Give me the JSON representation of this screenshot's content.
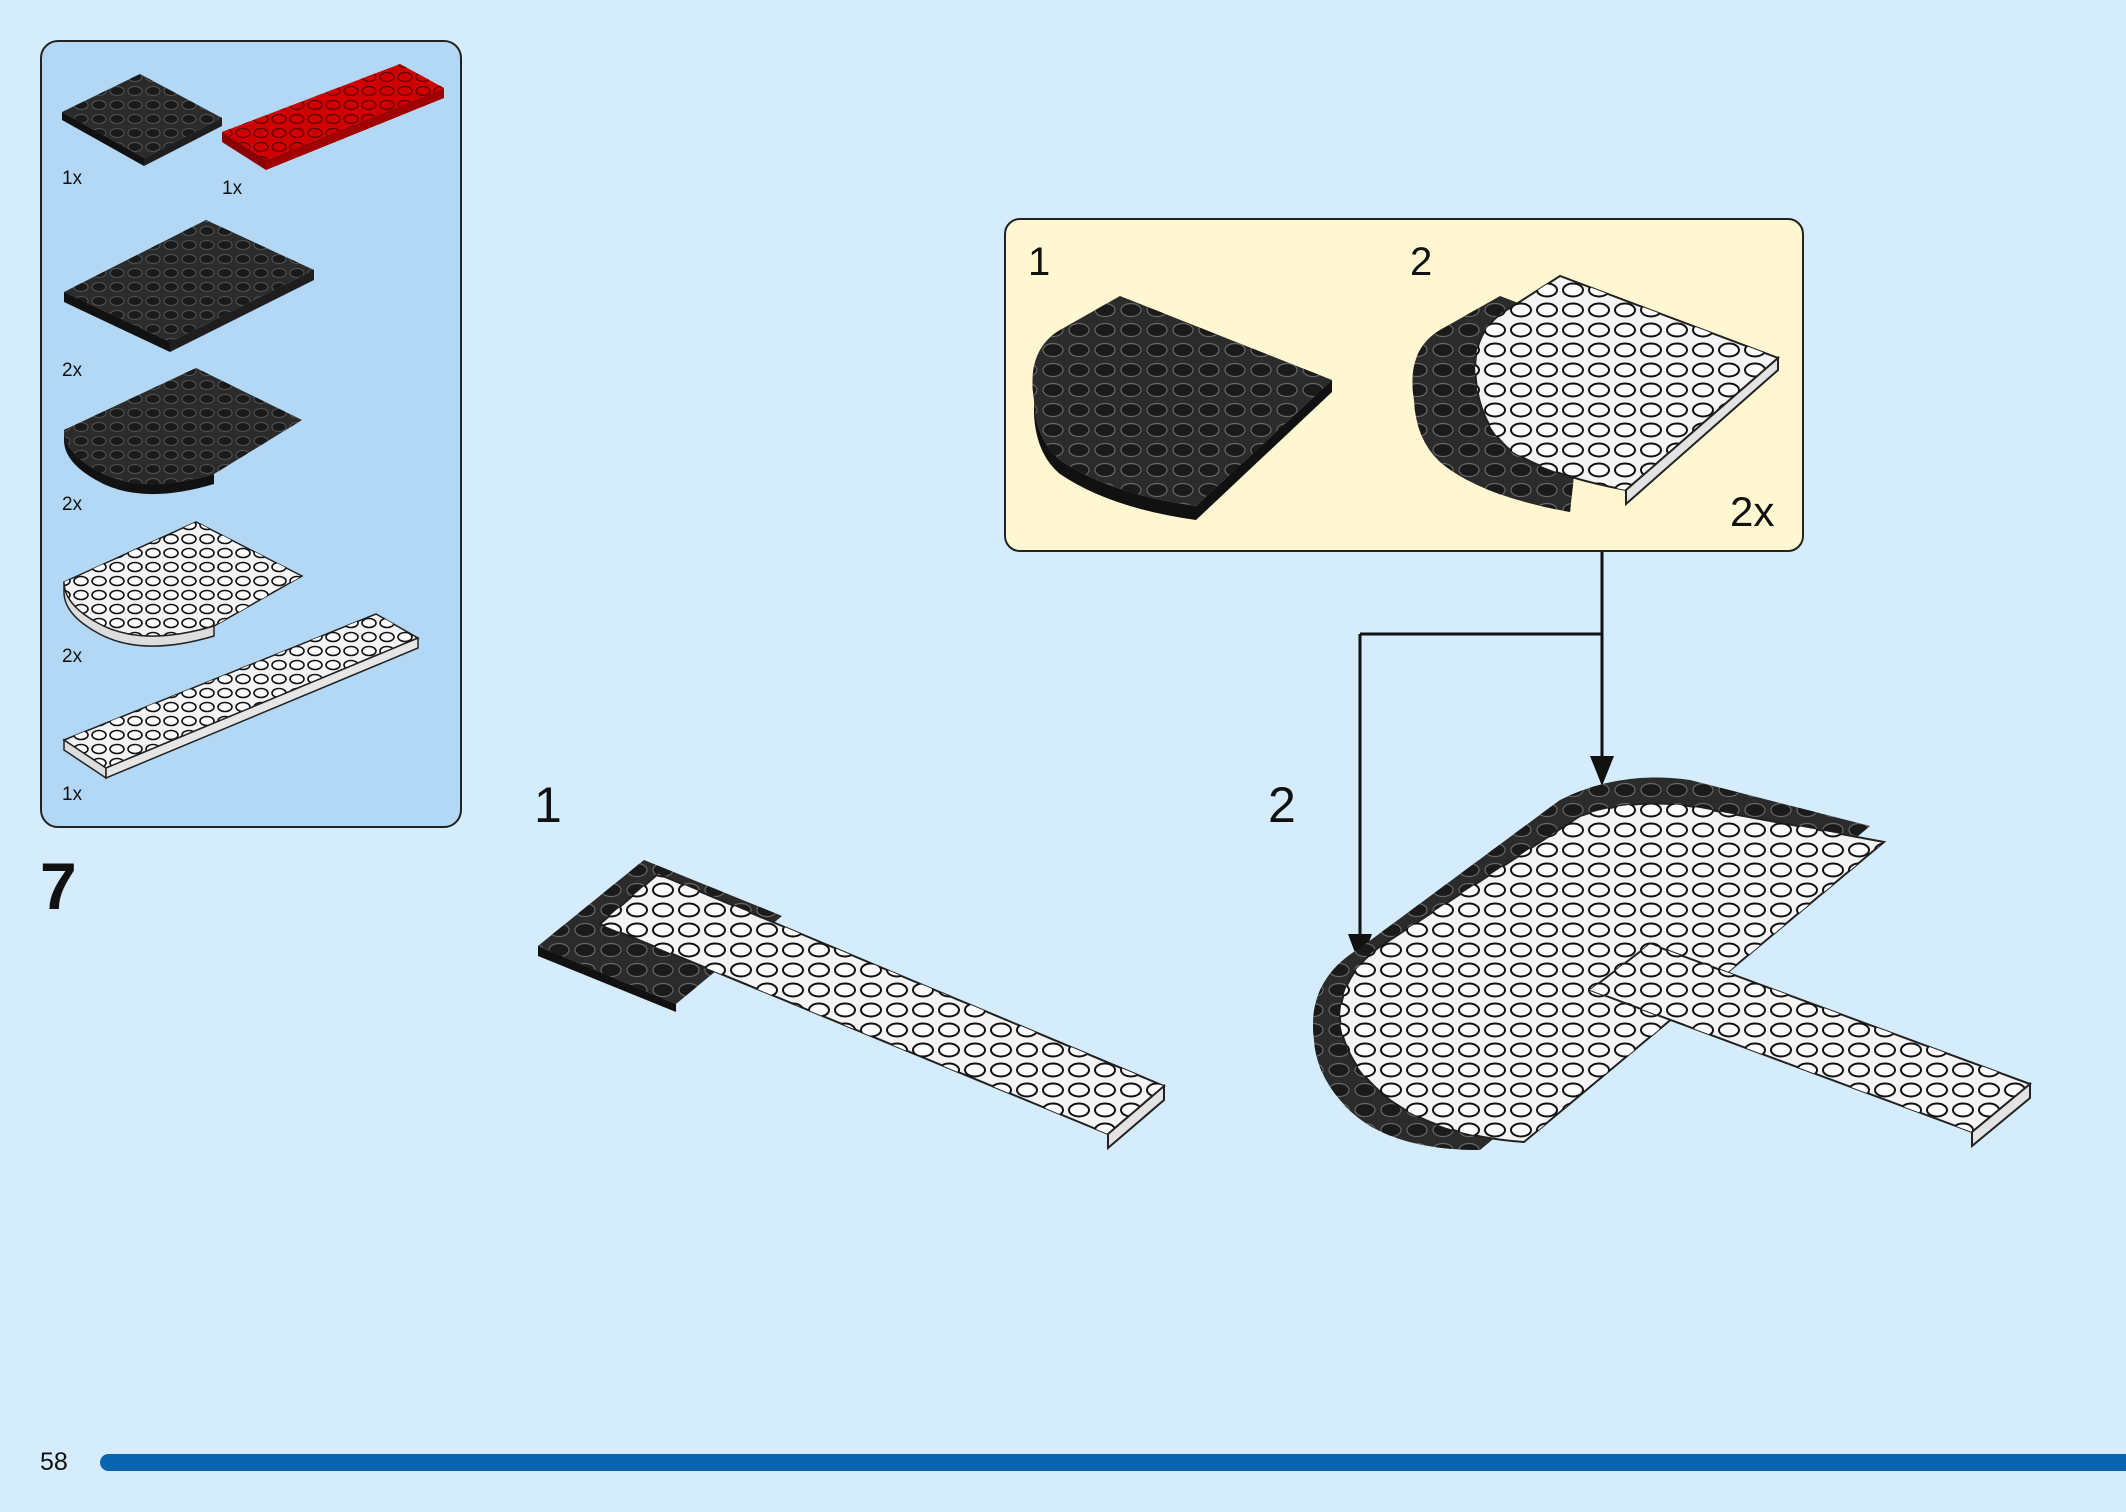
{
  "step": {
    "number": "7"
  },
  "parts": [
    {
      "name": "black-plate-4x4",
      "qty": "1x",
      "color": "#2b2b2b"
    },
    {
      "name": "red-plate-2x8",
      "qty": "1x",
      "color": "#d00000"
    },
    {
      "name": "black-plate-4x8",
      "qty": "2x",
      "color": "#2b2b2b"
    },
    {
      "name": "black-round-corner-6x6",
      "qty": "2x",
      "color": "#2b2b2b"
    },
    {
      "name": "white-round-corner-6x6",
      "qty": "2x",
      "color": "#f4f4f4"
    },
    {
      "name": "white-plate-2x12",
      "qty": "1x",
      "color": "#f4f4f4"
    }
  ],
  "callout": {
    "sub1": "1",
    "sub2": "2",
    "multiplier": "2x"
  },
  "substeps": {
    "first": "1",
    "second": "2"
  },
  "page": {
    "number": "58"
  },
  "colors": {
    "background": "#d4ecfb",
    "panel": "#b2d8f6",
    "callout": "#fff6d2",
    "progress": "#0a64b1"
  }
}
